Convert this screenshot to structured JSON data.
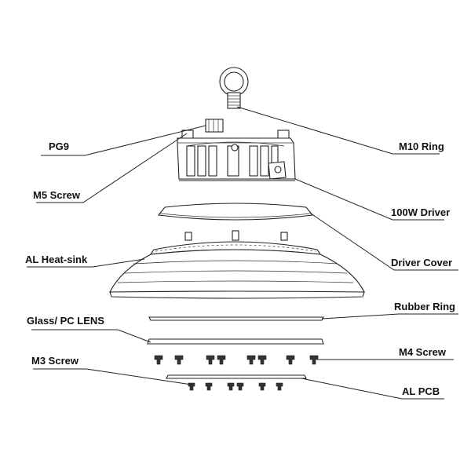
{
  "labels": {
    "pg9": "PG9",
    "m10_ring": "M10 Ring",
    "m5_screw": "M5 Screw",
    "driver_100w": "100W Driver",
    "driver_cover": "Driver Cover",
    "al_heatsink": "AL Heat-sink",
    "rubber_ring": "Rubber Ring",
    "glass_pc_lens": "Glass/ PC LENS",
    "m4_screw": "M4 Screw",
    "m3_screw": "M3 Screw",
    "al_pcb": "AL PCB"
  }
}
